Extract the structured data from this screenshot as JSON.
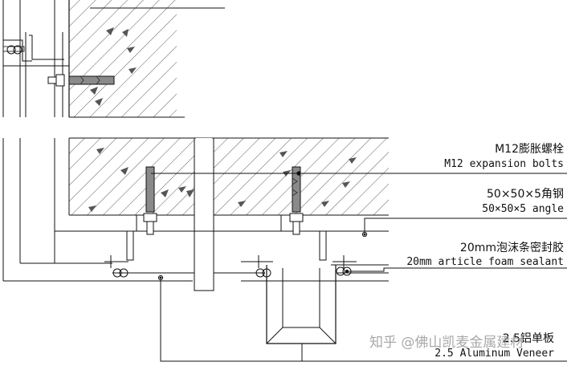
{
  "callouts": [
    {
      "id": "bolt",
      "zh": "M12膨胀螺栓",
      "en": "M12 expansion bolts"
    },
    {
      "id": "angle",
      "zh": "50×50×5角钢",
      "en": "50×50×5 angle"
    },
    {
      "id": "sealant",
      "zh": "20mm泡沫条密封胶",
      "en": "20mm article foam sealant"
    },
    {
      "id": "veneer",
      "zh": "2.5铝单板",
      "en": "2.5 Aluminum Veneer"
    }
  ],
  "watermark": "知乎 @佛山凯麦金属建材"
}
